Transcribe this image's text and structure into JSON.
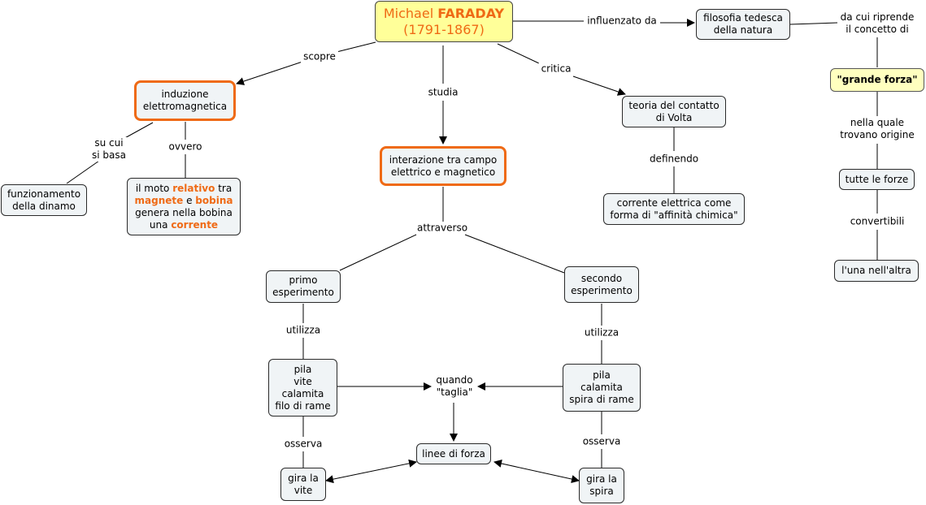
{
  "nodes": {
    "faraday": {
      "name": "Michael",
      "surname": "FARADAY",
      "dates": "(1791-1867)"
    },
    "induzione": {
      "l1": "induzione",
      "l2": "elettromagnetica"
    },
    "interazione": {
      "l1": "interazione tra campo",
      "l2": "elettrico e magnetico"
    },
    "teoria": {
      "l1": "teoria del contatto",
      "l2": "di Volta"
    },
    "filosofia": {
      "l1": "filosofia tedesca",
      "l2": "della natura"
    },
    "grande_forza": {
      "text": "\"grande forza\""
    },
    "tutte_forze": {
      "text": "tutte le forze"
    },
    "una_altra": {
      "text": "l'una nell'altra"
    },
    "dinamo": {
      "l1": "funzionamento",
      "l2": "della dinamo"
    },
    "moto": {
      "p1": "il moto ",
      "p2": "relativo",
      "p3": " tra",
      "p4": "magnete",
      "p5": " e ",
      "p6": "bobina",
      "p7": "genera nella bobina",
      "p8": "una ",
      "p9": "corrente"
    },
    "corrente_chimica": {
      "l1": "corrente elettrica come",
      "l2": "forma di \"affinità chimica\""
    },
    "primo": {
      "l1": "primo",
      "l2": "esperimento"
    },
    "secondo": {
      "l1": "secondo",
      "l2": "esperimento"
    },
    "pila1": {
      "l1": "pila",
      "l2": "vite",
      "l3": "calamita",
      "l4": "filo di rame"
    },
    "pila2": {
      "l1": "pila",
      "l2": "calamita",
      "l3": "spira di rame"
    },
    "linee": {
      "text": "linee di forza"
    },
    "gira_vite": {
      "l1": "gira la",
      "l2": "vite"
    },
    "gira_spira": {
      "l1": "gira la",
      "l2": "spira"
    }
  },
  "labels": {
    "influenzato": "influenzato da",
    "scopre": "scopre",
    "studia": "studia",
    "critica": "critica",
    "da_cui_1": "da cui riprende",
    "da_cui_2": "il concetto di",
    "nella_1": "nella quale",
    "nella_2": "trovano origine",
    "convertibili": "convertibili",
    "su_cui_1": "su cui",
    "su_cui_2": "si basa",
    "ovvero": "ovvero",
    "definendo": "definendo",
    "attraverso": "attraverso",
    "utilizza_1": "utilizza",
    "utilizza_2": "utilizza",
    "osserva_1": "osserva",
    "osserva_2": "osserva",
    "quando_1": "quando",
    "quando_2": "\"taglia\""
  }
}
